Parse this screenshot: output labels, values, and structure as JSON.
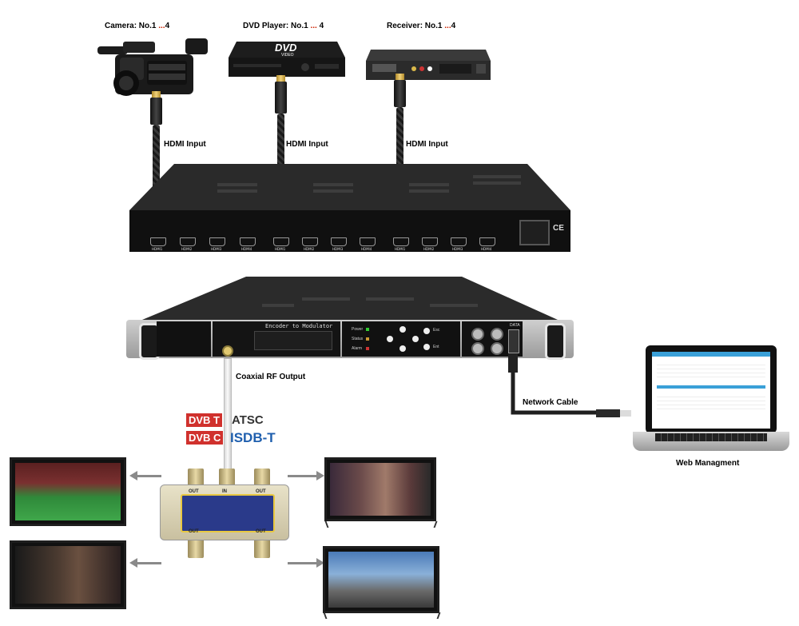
{
  "sources": [
    {
      "name": "Camera: No.1 ",
      "range": "...",
      "suffix": "4"
    },
    {
      "name": "DVD Player: No.1 ",
      "range": "...",
      "suffix": " 4"
    },
    {
      "name": "Receiver: No.1 ",
      "range": "...",
      "suffix": "4"
    }
  ],
  "hdmi_input_label": "HDMI Input",
  "encoder_ports": [
    "HDMI1",
    "HDMI2",
    "HDMI3",
    "HDMI4",
    "HDMI1",
    "HDMI2",
    "HDMI3",
    "HDMI4",
    "HDMI1",
    "HDMI2",
    "HDMI3",
    "HDMI4"
  ],
  "modulator": {
    "lcd_text": "Encoder to Modulator",
    "leds": [
      "Power",
      "Status",
      "Alarm"
    ],
    "keys": [
      "Esc",
      "Ent"
    ],
    "port_labels": [
      "DATA"
    ]
  },
  "dvd_logo": "DVD",
  "dvd_logo_sub": "VIDEO",
  "ce_mark": "CE",
  "coax_label": "Coaxial RF Output",
  "network_label": "Network  Cable",
  "web_label": "Web Managment",
  "standards": {
    "dvb_t": "DVB T",
    "dvb_c": "DVB C",
    "atsc": "ATSC",
    "isdb": "ISDB-T"
  },
  "splitter": {
    "in_label": "IN",
    "out_label": "OUT"
  },
  "colors": {
    "accent_red": "#cc2200",
    "isdb_blue": "#1f5fae",
    "dvb_red": "#d0312d",
    "arrow_gray": "#8a8a8a"
  }
}
